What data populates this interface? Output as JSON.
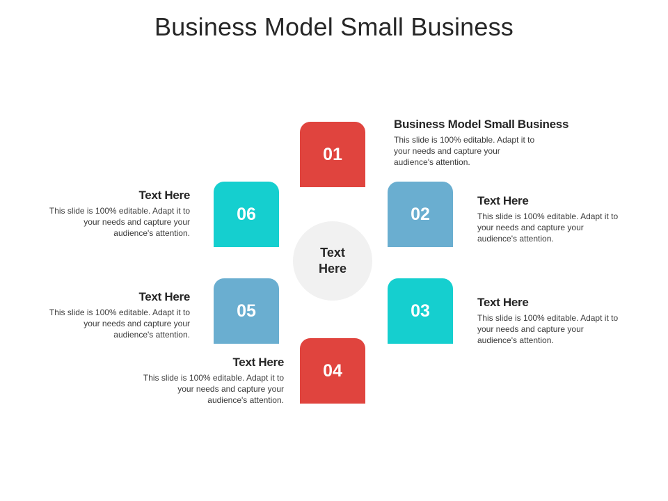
{
  "title": "Business Model Small Business",
  "center": {
    "line1": "Text",
    "line2": "Here",
    "color": "#f1f1f1"
  },
  "colors": {
    "red": "#e0443e",
    "teal": "#15cfcf",
    "blue": "#6aaed0"
  },
  "steps": [
    {
      "number": "01",
      "color": "red",
      "heading": "Business Model Small Business",
      "body": "This slide is 100% editable. Adapt it to your needs and capture your audience's attention."
    },
    {
      "number": "02",
      "color": "blue",
      "heading": "Text Here",
      "body": "This slide is 100% editable. Adapt it to your needs and capture your audience's attention."
    },
    {
      "number": "03",
      "color": "teal",
      "heading": "Text Here",
      "body": "This slide is 100% editable. Adapt it to your needs and capture your audience's attention."
    },
    {
      "number": "04",
      "color": "red",
      "heading": "Text Here",
      "body": "This slide is 100% editable. Adapt it to your needs and capture your audience's attention."
    },
    {
      "number": "05",
      "color": "blue",
      "heading": "Text Here",
      "body": "This slide is 100% editable. Adapt it to your needs and capture your audience's attention."
    },
    {
      "number": "06",
      "color": "teal",
      "heading": "Text Here",
      "body": "This slide is 100% editable. Adapt it to your needs and capture your audience's attention."
    }
  ]
}
